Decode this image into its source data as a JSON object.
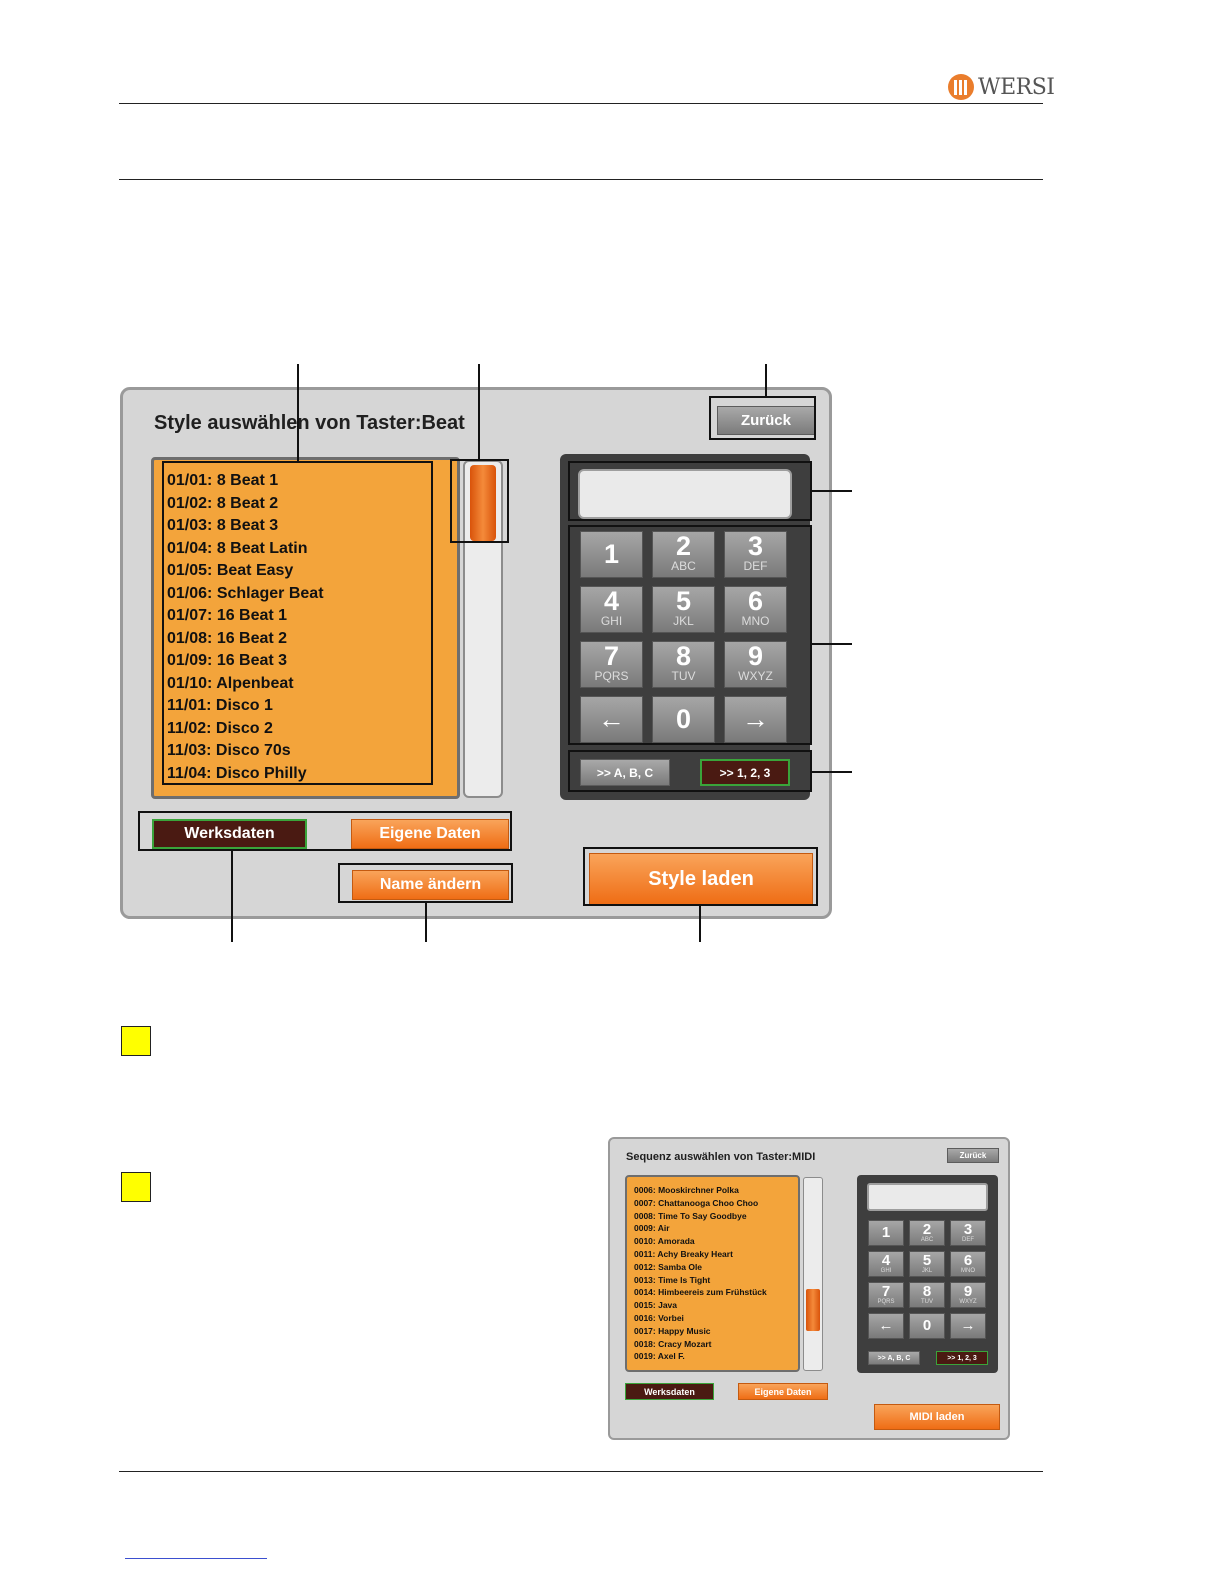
{
  "header": {
    "brand": "WERSI"
  },
  "main_screen": {
    "title": "Style auswählen von Taster:Beat",
    "back_label": "Zurück",
    "list_items": [
      "01/01: 8 Beat 1",
      "01/02: 8 Beat 2",
      "01/03: 8 Beat 3",
      "01/04: 8 Beat Latin",
      "01/05: Beat Easy",
      "01/06: Schlager Beat",
      "01/07: 16 Beat 1",
      "01/08: 16 Beat 2",
      "01/09: 16 Beat 3",
      "01/10: Alpenbeat",
      "11/01: Disco 1",
      "11/02: Disco 2",
      "11/03: Disco 70s",
      "11/04: Disco Philly"
    ],
    "scroll_position": 0,
    "keys": [
      {
        "num": "1",
        "sub": ""
      },
      {
        "num": "2",
        "sub": "ABC"
      },
      {
        "num": "3",
        "sub": "DEF"
      },
      {
        "num": "4",
        "sub": "GHI"
      },
      {
        "num": "5",
        "sub": "JKL"
      },
      {
        "num": "6",
        "sub": "MNO"
      },
      {
        "num": "7",
        "sub": "PQRS"
      },
      {
        "num": "8",
        "sub": "TUV"
      },
      {
        "num": "9",
        "sub": "WXYZ"
      },
      {
        "num": "←",
        "sub": ""
      },
      {
        "num": "0",
        "sub": ""
      },
      {
        "num": "→",
        "sub": ""
      }
    ],
    "mode_abc_label": ">> A, B, C",
    "mode_123_label": ">> 1, 2, 3",
    "werksdaten_label": "Werksdaten",
    "eigene_label": "Eigene Daten",
    "rename_label": "Name ändern",
    "load_label": "Style laden"
  },
  "small_screen": {
    "title": "Sequenz auswählen von Taster:MIDI",
    "back_label": "Zurück",
    "list_items": [
      "0006: Mooskirchner Polka",
      "0007: Chattanooga Choo Choo",
      "0008: Time To Say Goodbye",
      "0009: Air",
      "0010: Amorada",
      "0011: Achy Breaky Heart",
      "0012: Samba Ole",
      "0013: Time Is Tight",
      "0014: Himbeereis zum Frühstück",
      "0015: Java",
      "0016: Vorbei",
      "0017: Happy Music",
      "0018: Cracy Mozart",
      "0019: Axel F."
    ],
    "scroll_position": 0.75,
    "mode_abc_label": ">> A, B, C",
    "mode_123_label": ">> 1, 2, 3",
    "werksdaten_label": "Werksdaten",
    "eigene_label": "Eigene Daten",
    "load_label": "MIDI laden"
  },
  "colors": {
    "list_bg": "#f3a43b",
    "orange_button": "#ef6d15",
    "dark_button": "#4a1a12",
    "active_outline": "#3aa43a",
    "hint_box": "#ffff00"
  }
}
